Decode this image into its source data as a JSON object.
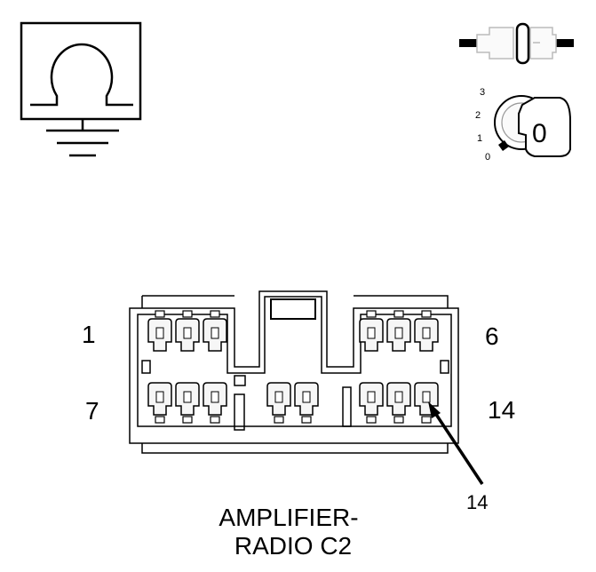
{
  "pin_labels": {
    "top_left": "1",
    "top_right": "6",
    "bottom_left": "7",
    "bottom_right": "14"
  },
  "callout": {
    "label": "14"
  },
  "ignition_key": {
    "positions": [
      "3",
      "2",
      "1",
      "0"
    ],
    "key_label": "0"
  },
  "connector_name": {
    "line1": "AMPLIFIER-",
    "line2": "RADIO C2"
  },
  "icons": [
    "ground-ohm-icon",
    "fuse-icon",
    "ignition-key-icon"
  ],
  "colors": {
    "ink": "#000000",
    "paper": "#ffffff",
    "fill_light": "#f6f6f6"
  }
}
